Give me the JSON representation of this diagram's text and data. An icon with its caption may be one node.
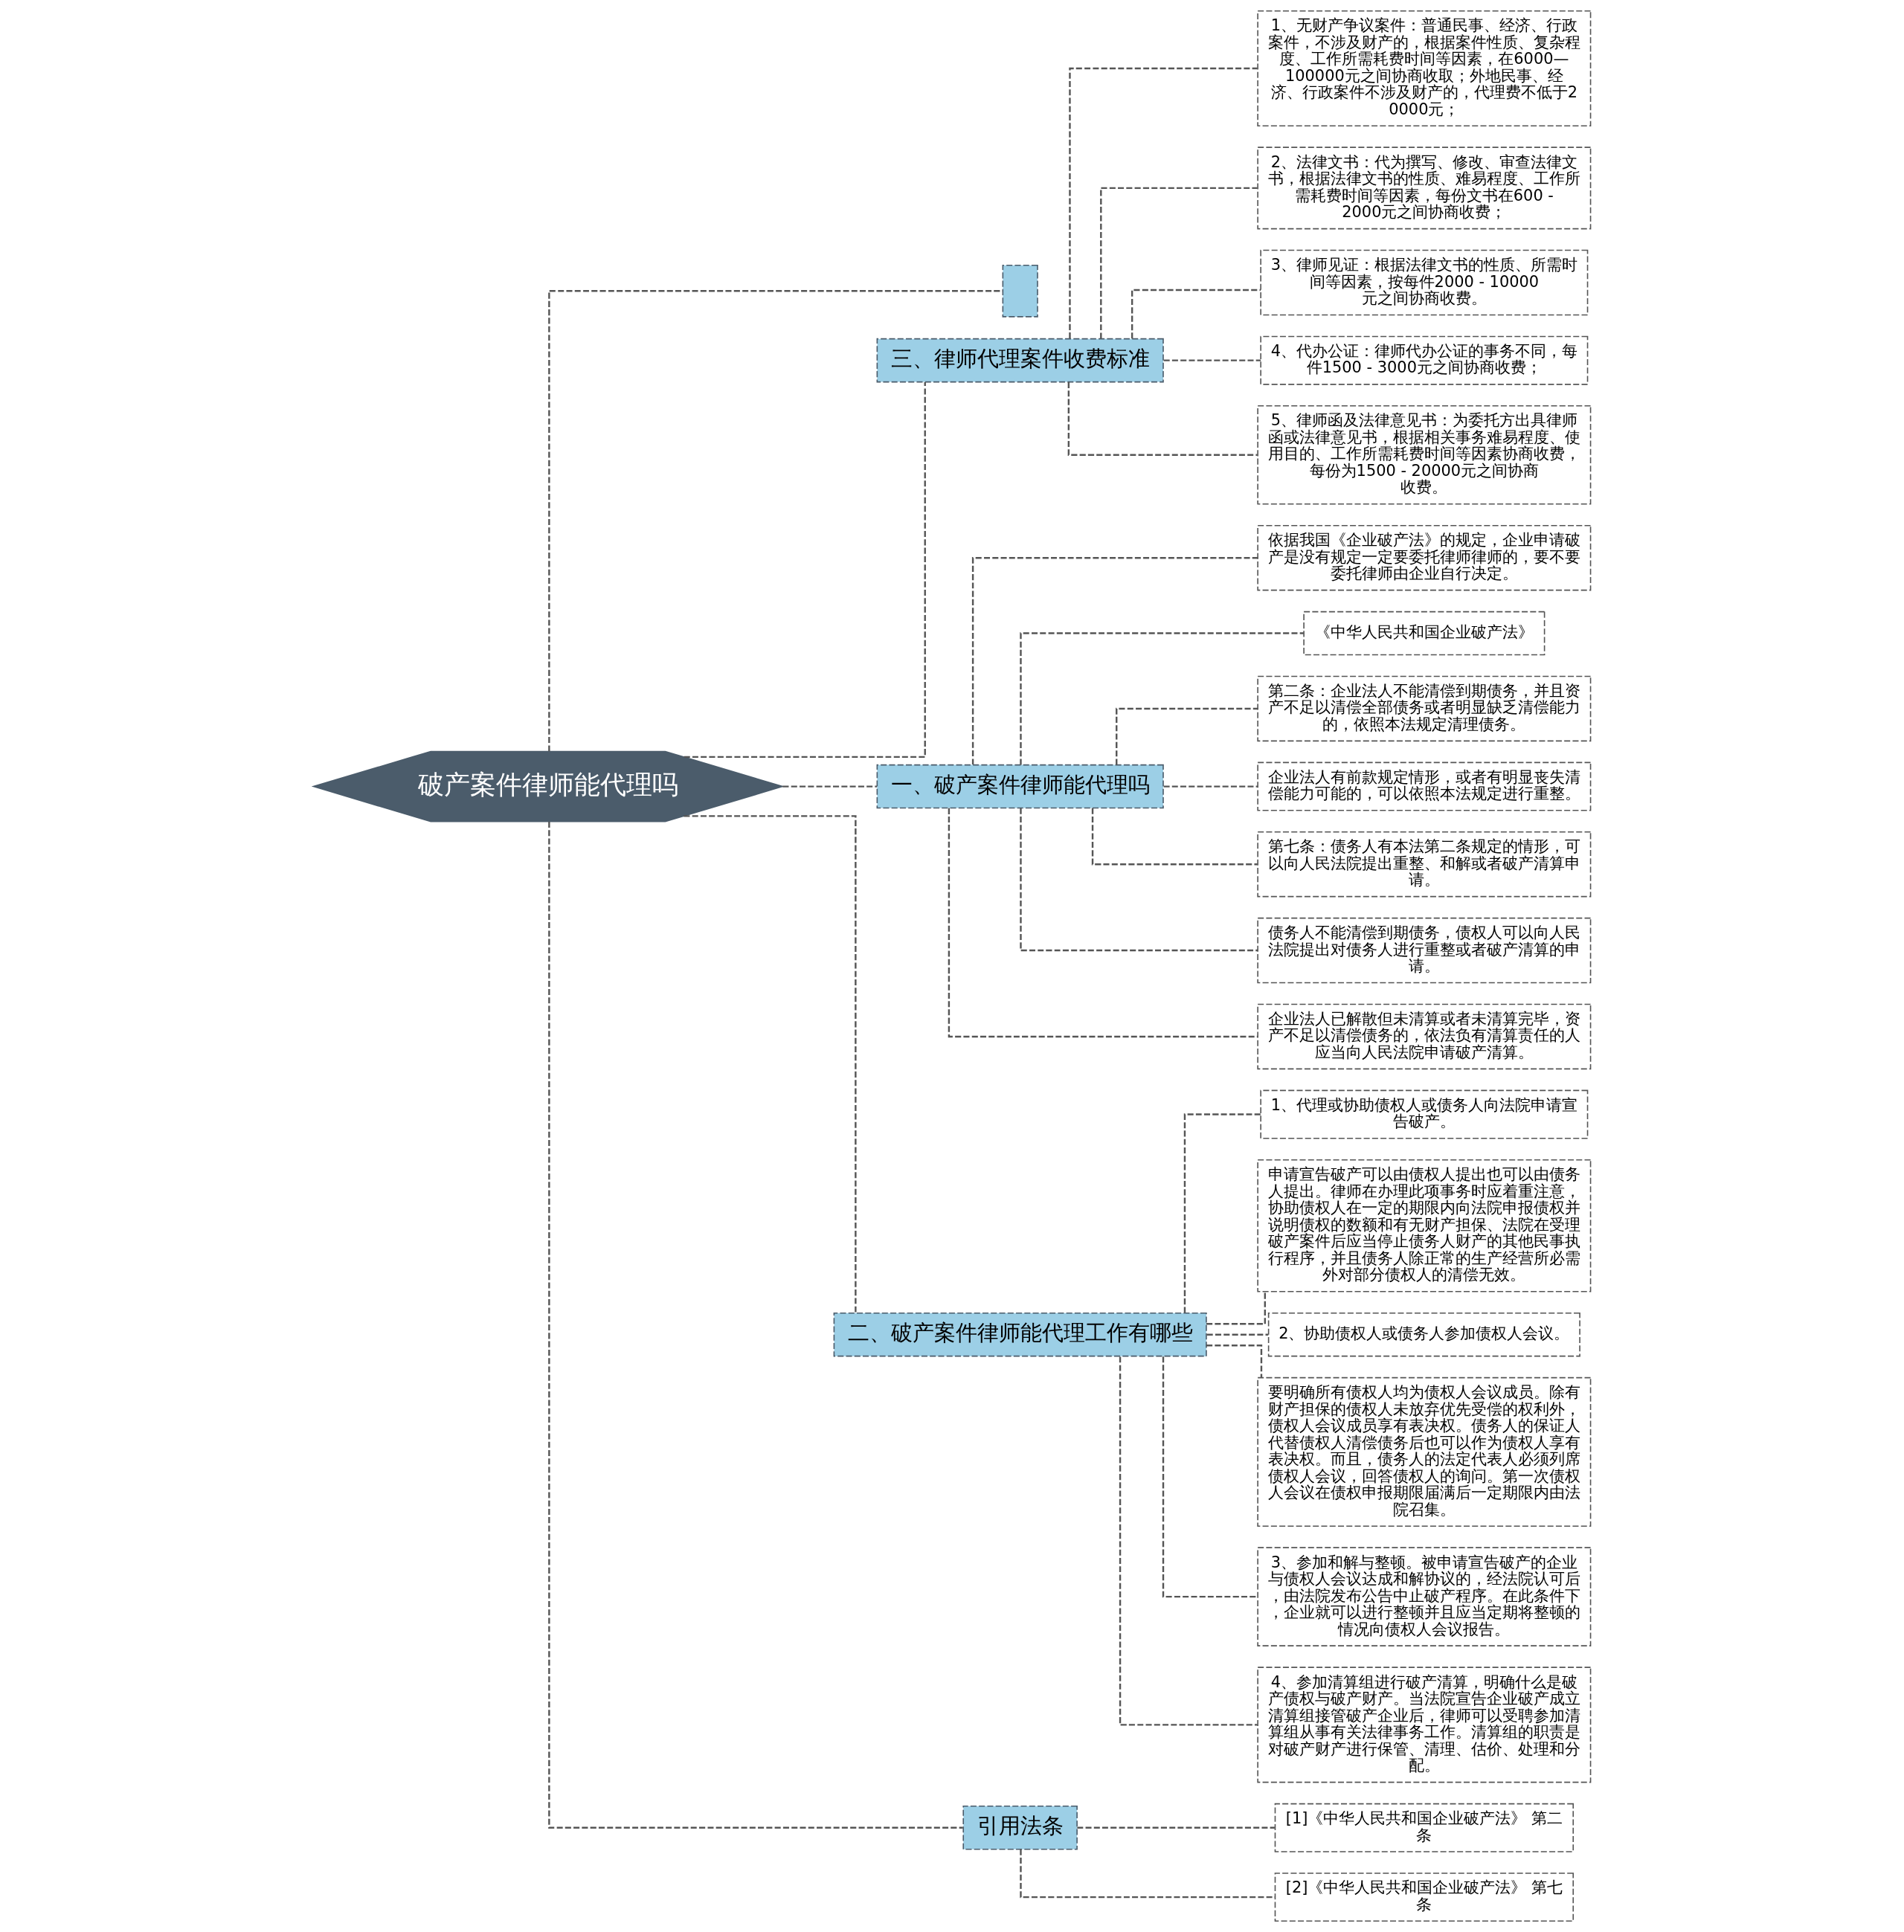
{
  "diagram": {
    "nodes": [
      {
        "text": [
          "破产案件律师能代理吗"
        ]
      },
      {
        "text": [],
        "shape": "box"
      },
      {
        "text": [
          "三、律师代理案件收费标准"
        ]
      },
      {
        "text": [
          "1、无财产争议案件：普通民事、经济、行政案件，不涉及财产的，根据案件性质、复杂程度、工作所需耗费时间等因素，在6000—100000元之间协商收取；外地民事、经济、行政案件不涉及财产的，代理费不低于20000元；"
        ]
      },
      {
        "text": [
          "2、法律文书：代为撰写、修改、审查法律文书，根据法律文书的性质、难易程度、工作所需耗费时间等因素，每份文书在600 - 2000元之间协商收费；"
        ]
      },
      {
        "text": [
          "3、律师见证：根据法律文书的性质、所需时间等因素，按每件2000 - 10000元之间协商收费。"
        ]
      },
      {
        "text": [
          "4、代办公证：律师代办公证的事务不同，每件1500 - 3000元之间协商收费；"
        ]
      },
      {
        "text": [
          "5、律师函及法律意见书：为委托方出具律师函或法律意见书，根据相关事务难易程度、使用目的、工作所需耗费时间等因素协商收费，每份为1500 - 20000元之间协商收费。"
        ]
      },
      {
        "text": [
          "一、破产案件律师能代理吗"
        ]
      },
      {
        "text": [
          "依据我国《企业破产法》的规定，企业申请破产是没有规定一定要委托律师律师的，要不要委托律师由企业自行决定。"
        ]
      },
      {
        "text": [
          "《中华人民共和国企业破产法》"
        ]
      },
      {
        "text": [
          "第二条：企业法人不能清偿到期债务，并且资产不足以清偿全部债务或者明显缺乏清偿能力的，依照本法规定清理债务。"
        ]
      },
      {
        "text": [
          "企业法人有前款规定情形，或者有明显丧失清偿能力可能的，可以依照本法规定进行重整。"
        ]
      },
      {
        "text": [
          "第七条：债务人有本法第二条规定的情形，可以向人民法院提出重整、和解或者破产清算申请。"
        ]
      },
      {
        "text": [
          "债务人不能清偿到期债务，债权人可以向人民法院提出对债务人进行重整或者破产清算的申请。"
        ]
      },
      {
        "text": [
          "企业法人已解散但未清算或者未清算完毕，资产不足以清偿债务的，依法负有清算责任的人应当向人民法院申请破产清算。"
        ]
      },
      {
        "text": [
          "二、破产案件律师能代理工作有哪些"
        ]
      },
      {
        "text": [
          "1、代理或协助债权人或债务人向法院申请宣告破产。"
        ]
      },
      {
        "text": [
          "申请宣告破产可以由债权人提出也可以由债务人提出。律师在办理此项事务时应着重注意，协助债权人在一定的期限内向法院申报债权并说明债权的数额和有无财产担保、法院在受理破产案件后应当停止债务人财产的其他民事执行程序，并且债务人除正常的生产经营所必需外对部分债权人的清偿无效。"
        ]
      },
      {
        "text": [
          "2、协助债权人或债务人参加债权人会议。"
        ]
      },
      {
        "text": [
          "要明确所有债权人均为债权人会议成员。除有财产担保的债权人未放弃优先受偿的权利外，债权人会议成员享有表决权。债务人的保证人代替债权人清偿债务后也可以作为债权人享有表决权。而且，债务人的法定代表人必须列席债权人会议，回答债权人的询问。第一次债权人会议在债权申报期限届满后一定期限内由法院召集。"
        ]
      },
      {
        "text": [
          "3、参加和解与整顿。被申请宣告破产的企业与债权人会议达成和解协议的，经法院认可后，由法院发布公告中止破产程序。在此条件下，企业就可以进行整顿并且应当定期将整顿的情况向债权人会议报告。"
        ]
      },
      {
        "text": [
          "4、参加清算组进行破产清算，明确什么是破产债权与破产财产。当法院宣告企业破产成立清算组接管破产企业后，律师可以受聘参加清算组从事有关法律事务工作。清算组的职责是对破产财产进行保管、清理、估价、处理和分配。"
        ]
      },
      {
        "text": [
          "引用法条"
        ]
      },
      {
        "text": [
          "[1]《中华人民共和国企业破产法》 第二条"
        ]
      },
      {
        "text": [
          "[2]《中华人民共和国企业破产法》 第七条"
        ]
      }
    ],
    "edges": [
      {
        "from": 0,
        "to": 1,
        "arrow": "none",
        "style": "dashed"
      },
      {
        "from": 0,
        "to": 2,
        "arrow": "none",
        "style": "dashed"
      },
      {
        "from": 2,
        "to": 3,
        "arrow": "none",
        "style": "dashed"
      },
      {
        "from": 2,
        "to": 4,
        "arrow": "none",
        "style": "dashed"
      },
      {
        "from": 2,
        "to": 5,
        "arrow": "none",
        "style": "dashed"
      },
      {
        "from": 2,
        "to": 6,
        "arrow": "none",
        "style": "dashed"
      },
      {
        "from": 2,
        "to": 7,
        "arrow": "none",
        "style": "dashed"
      },
      {
        "from": 0,
        "to": 8,
        "arrow": "none",
        "style": "dashed"
      },
      {
        "from": 8,
        "to": 9,
        "arrow": "none",
        "style": "dashed"
      },
      {
        "from": 8,
        "to": 10,
        "arrow": "none",
        "style": "dashed"
      },
      {
        "from": 8,
        "to": 11,
        "arrow": "none",
        "style": "dashed"
      },
      {
        "from": 8,
        "to": 12,
        "arrow": "none",
        "style": "dashed"
      },
      {
        "from": 8,
        "to": 13,
        "arrow": "none",
        "style": "dashed"
      },
      {
        "from": 8,
        "to": 14,
        "arrow": "none",
        "style": "dashed"
      },
      {
        "from": 8,
        "to": 15,
        "arrow": "none",
        "style": "dashed"
      },
      {
        "from": 0,
        "to": 16,
        "arrow": "none",
        "style": "dashed"
      },
      {
        "from": 16,
        "to": 17,
        "arrow": "none",
        "style": "dashed"
      },
      {
        "from": 16,
        "to": 18,
        "arrow": "none",
        "style": "dashed"
      },
      {
        "from": 16,
        "to": 19,
        "arrow": "none",
        "style": "dashed"
      },
      {
        "from": 16,
        "to": 20,
        "arrow": "none",
        "style": "dashed"
      },
      {
        "from": 16,
        "to": 21,
        "arrow": "none",
        "style": "dashed"
      },
      {
        "from": 16,
        "to": 22,
        "arrow": "none",
        "style": "dashed"
      },
      {
        "from": 0,
        "to": 23,
        "arrow": "none",
        "style": "dashed"
      },
      {
        "from": 23,
        "to": 24,
        "arrow": "none",
        "style": "dashed"
      },
      {
        "from": 23,
        "to": 25,
        "arrow": "none",
        "style": "dashed"
      }
    ]
  }
}
